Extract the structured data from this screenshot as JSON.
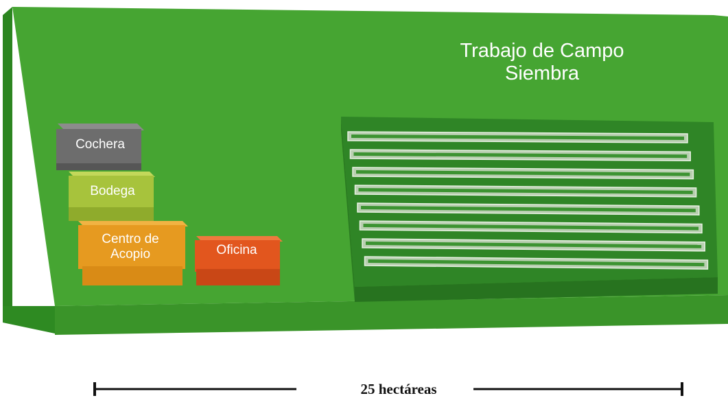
{
  "field": {
    "title_line1": "Trabajo de Campo",
    "title_line2": "Siembra",
    "color": "#47a732"
  },
  "buildings": [
    {
      "id": "cochera",
      "lines": [
        "Cochera"
      ],
      "color": "#6e6e6e"
    },
    {
      "id": "bodega",
      "lines": [
        "Bodega"
      ],
      "color": "#a6c23a"
    },
    {
      "id": "centro-acopio",
      "lines": [
        "Centro de",
        "Acopio"
      ],
      "color": "#e79a1f"
    },
    {
      "id": "oficina",
      "lines": [
        "Oficina"
      ],
      "color": "#e2561e"
    }
  ],
  "crop_rows": 8,
  "scale": {
    "label": "25 hectáreas"
  }
}
